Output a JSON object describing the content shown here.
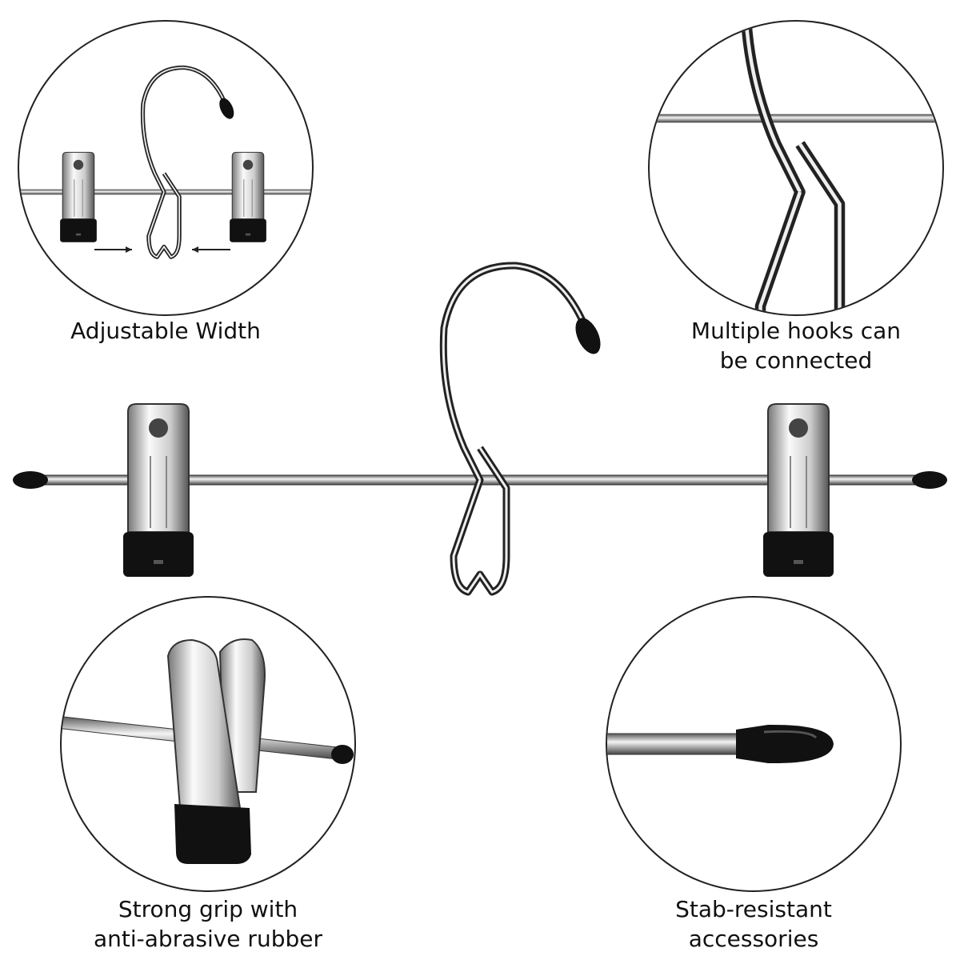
{
  "features": [
    {
      "id": "adjustable",
      "lines": [
        "Adjustable Width"
      ]
    },
    {
      "id": "hooks",
      "lines": [
        "Multiple hooks can",
        "be connected"
      ]
    },
    {
      "id": "grip",
      "lines": [
        "Strong grip with",
        "anti-abrasive rubber"
      ]
    },
    {
      "id": "tips",
      "lines": [
        "Stab-resistant",
        "accessories"
      ]
    }
  ],
  "colors": {
    "metal": "#9a9a9a",
    "metal_dark": "#3a3a3a",
    "rubber": "#111111",
    "circle": "#222222"
  }
}
